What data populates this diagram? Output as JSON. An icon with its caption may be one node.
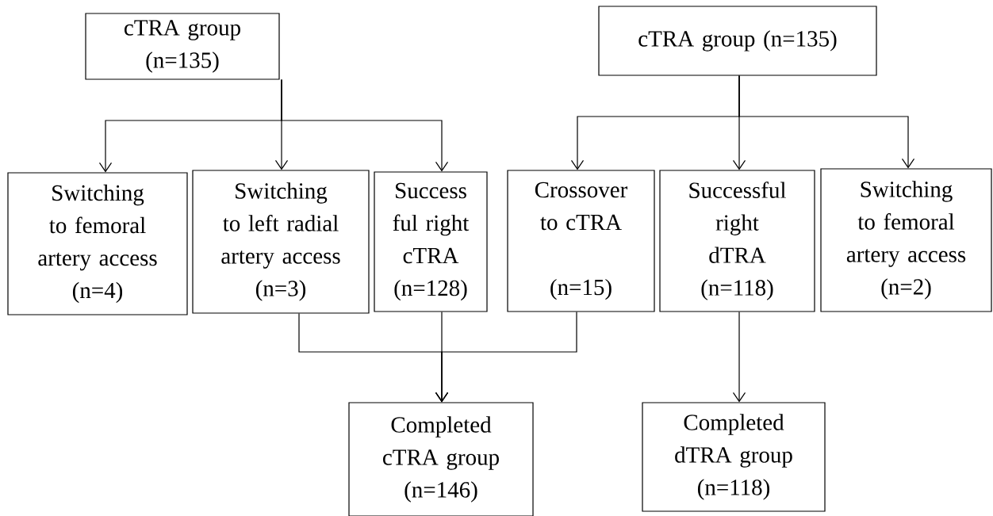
{
  "diagram": {
    "nodes": [
      {
        "text": [
          "cTRA group (n=135)"
        ]
      },
      {
        "text": [
          "cTRA group (n=135)"
        ]
      },
      {
        "text": [
          "Switching to femoral artery access",
          "(n=4)"
        ]
      },
      {
        "text": [
          "Switching to left radial artery access",
          "(n=3)"
        ]
      },
      {
        "text": [
          "Success ful right cTRA",
          "(n=128)"
        ]
      },
      {
        "text": [
          "Crossover to cTRA",
          "(n=15)"
        ]
      },
      {
        "text": [
          "Successful right dTRA",
          "(n=118)"
        ]
      },
      {
        "text": [
          "Switching to femoral artery access",
          "(n=2)"
        ]
      },
      {
        "text": [
          "Completed cTRA group",
          "(n=146)"
        ]
      },
      {
        "text": [
          "Completed dTRA group",
          "(n=118)"
        ]
      }
    ],
    "edges": [
      {
        "from": 0,
        "to": 2,
        "arrow": "to"
      },
      {
        "from": 0,
        "to": 3,
        "arrow": "to"
      },
      {
        "from": 0,
        "to": 4,
        "arrow": "to"
      },
      {
        "from": 1,
        "to": 5,
        "arrow": "to"
      },
      {
        "from": 1,
        "to": 6,
        "arrow": "to"
      },
      {
        "from": 1,
        "to": 7,
        "arrow": "to"
      },
      {
        "from": 3,
        "to": 8,
        "arrow": "to"
      },
      {
        "from": 4,
        "to": 8,
        "arrow": "to"
      },
      {
        "from": 5,
        "to": 8,
        "arrow": "to"
      },
      {
        "from": 6,
        "to": 9,
        "arrow": "to"
      }
    ]
  }
}
